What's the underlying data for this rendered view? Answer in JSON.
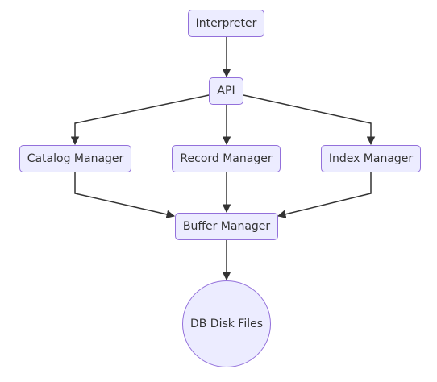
{
  "nodes": {
    "interpreter": "Interpreter",
    "api": "API",
    "catalog": "Catalog Manager",
    "record": "Record Manager",
    "index": "Index Manager",
    "buffer": "Buffer Manager",
    "disk": "DB Disk Files"
  },
  "edges": [
    {
      "from": "interpreter",
      "to": "api"
    },
    {
      "from": "api",
      "to": "catalog"
    },
    {
      "from": "api",
      "to": "record"
    },
    {
      "from": "api",
      "to": "index"
    },
    {
      "from": "catalog",
      "to": "buffer"
    },
    {
      "from": "record",
      "to": "buffer"
    },
    {
      "from": "index",
      "to": "buffer"
    },
    {
      "from": "buffer",
      "to": "disk"
    }
  ],
  "colors": {
    "node_fill": "#ECECFF",
    "node_stroke": "#9370DB",
    "edge": "#333333",
    "text": "#333333"
  }
}
